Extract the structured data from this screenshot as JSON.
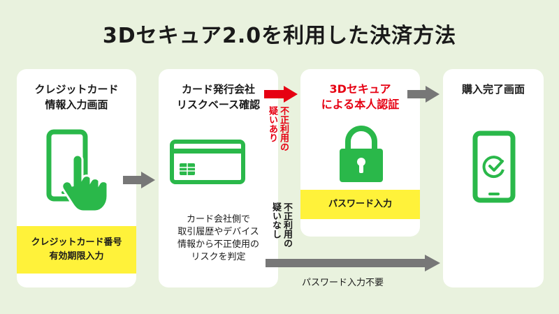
{
  "title": "3Dセキュア2.0を利用した決済方法",
  "steps": [
    {
      "title_lines": [
        "クレジットカード",
        "情報入力画面"
      ],
      "highlight_lines": [
        "クレジットカード番号",
        "有効期限入力"
      ]
    },
    {
      "title_lines": [
        "カード発行会社",
        "リスクベース確認"
      ],
      "description_lines": [
        "カード会社側で",
        "取引履歴やデバイス",
        "情報から不正使用の",
        "リスクを判定"
      ]
    },
    {
      "title_lines": [
        "3Dセキュア",
        "による本人認証"
      ],
      "highlight": "パスワード入力"
    },
    {
      "title_lines": [
        "購入完了画面"
      ]
    }
  ],
  "branches": {
    "suspicious_lines": [
      "不正利用の",
      "疑いあり"
    ],
    "not_suspicious_lines": [
      "不正利用の",
      "疑いなし"
    ],
    "no_password": "パスワード入力不要"
  },
  "colors": {
    "background": "#e9f2de",
    "green": "#2ab84a",
    "red": "#e60012",
    "yellow": "#fff23a",
    "arrow_gray": "#777777"
  },
  "icons": [
    "smartphone-tap-icon",
    "credit-card-icon",
    "padlock-icon",
    "smartphone-check-icon"
  ]
}
